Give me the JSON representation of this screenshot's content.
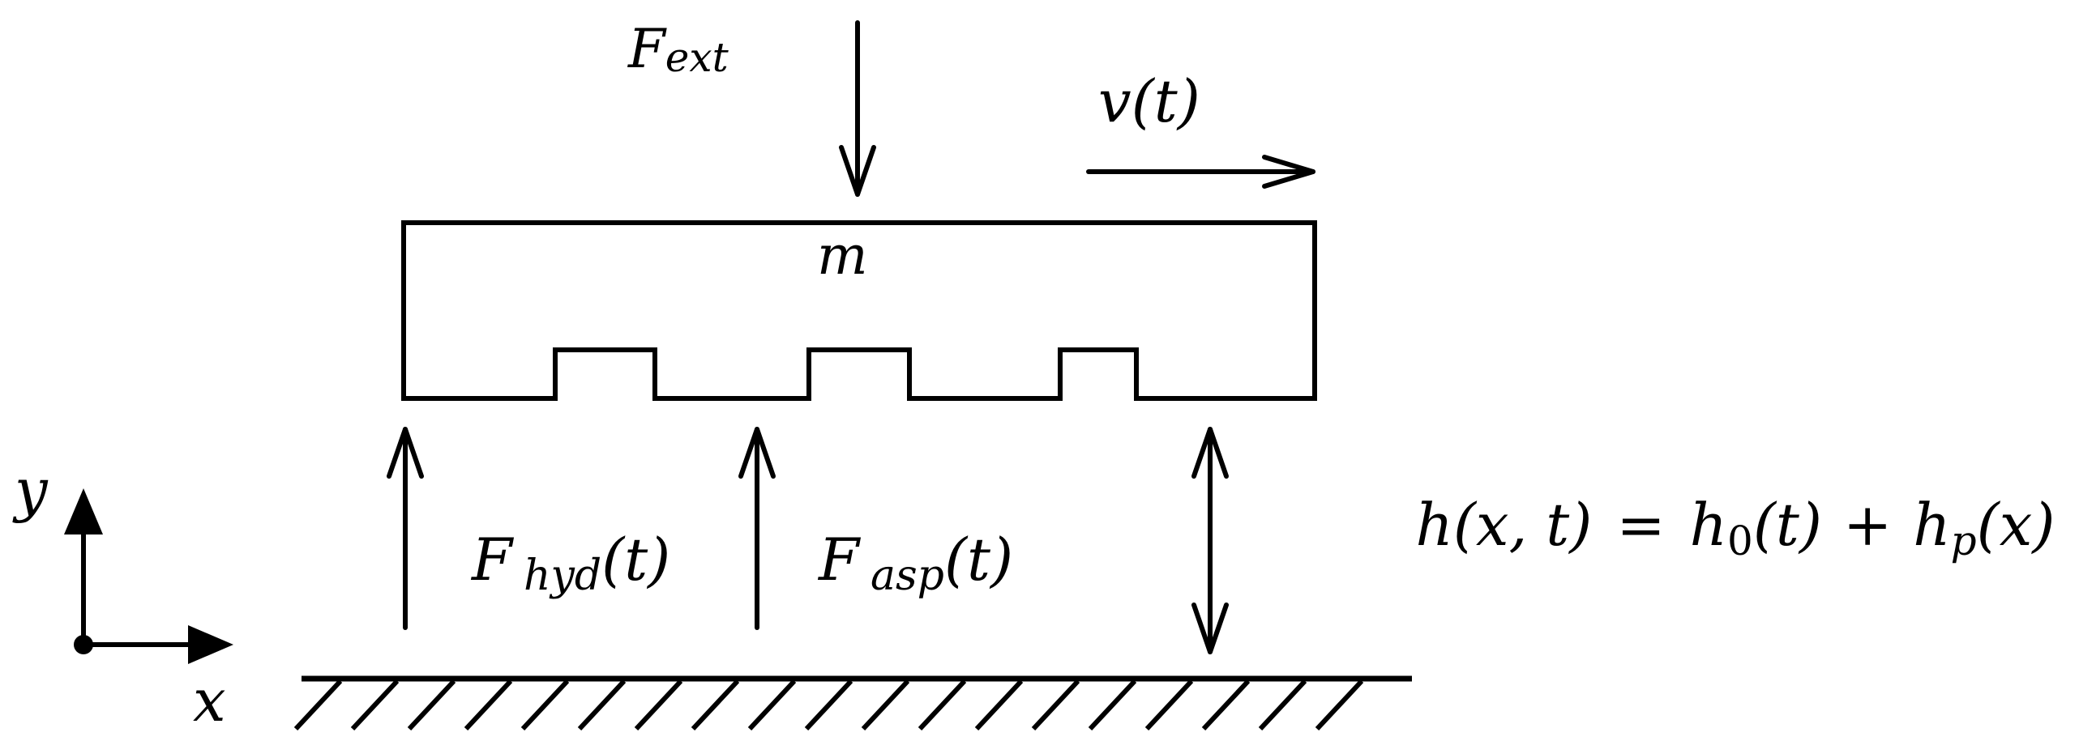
{
  "labels": {
    "f_ext_main": "F",
    "f_ext_sub": "ext",
    "velocity_main": "v",
    "velocity_arg": "(t)",
    "mass": "m",
    "f_hyd_main": "F",
    "f_hyd_sub": "hyd",
    "f_hyd_arg": "(t)",
    "f_asp_main": "F",
    "f_asp_sub": "asp",
    "f_asp_arg": "(t)",
    "gap_lhs_h": "h",
    "gap_lhs_args": "(x, t)",
    "gap_equals": "=",
    "gap_h0_main": "h",
    "gap_h0_sub": "0",
    "gap_h0_arg": "(t)",
    "gap_plus": "+",
    "gap_hp_main": "h",
    "gap_hp_sub": "p",
    "gap_hp_arg": "(x)",
    "axis_x": "x",
    "axis_y": "y"
  },
  "colors": {
    "ink": "#000000",
    "background": "#ffffff"
  },
  "block": {
    "raised_sections": 3
  },
  "ground": {
    "hatch_count": 19
  }
}
